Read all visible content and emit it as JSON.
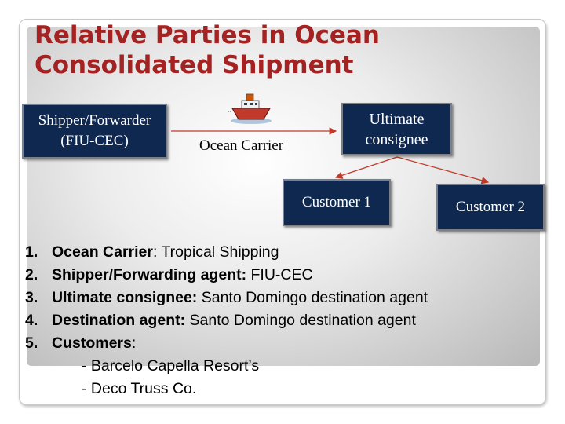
{
  "slide": {
    "title": "Relative Parties in Ocean\nConsolidated Shipment"
  },
  "nodes": {
    "shipper": "Shipper/Forwarder\n(FIU-CEC)",
    "carrier": "Ocean Carrier",
    "consignee": "Ultimate\nconsignee",
    "customer1": "Customer 1",
    "customer2": "Customer 2"
  },
  "icons": {
    "ship": "ship-icon"
  },
  "colors": {
    "title": "#a52222",
    "box_fill": "#0f2850",
    "arrow": "#c0392b"
  },
  "list": [
    {
      "num": "1.",
      "label": "Ocean Carrier",
      "sep": ":",
      "text": " Tropical Shipping"
    },
    {
      "num": "2.",
      "label": "Shipper/Forwarding agent:",
      "sep": "",
      "text": " FIU-CEC"
    },
    {
      "num": "3.",
      "label": "Ultimate consignee:",
      "sep": "",
      "text": " Santo Domingo destination agent"
    },
    {
      "num": "4.",
      "label": "Destination agent:",
      "sep": "",
      "text": " Santo Domingo destination agent"
    },
    {
      "num": "5.",
      "label": "Customers",
      "sep": ":",
      "text": ""
    }
  ],
  "customers": [
    "- Barcelo Capella Resort’s",
    "- Deco Truss Co."
  ]
}
